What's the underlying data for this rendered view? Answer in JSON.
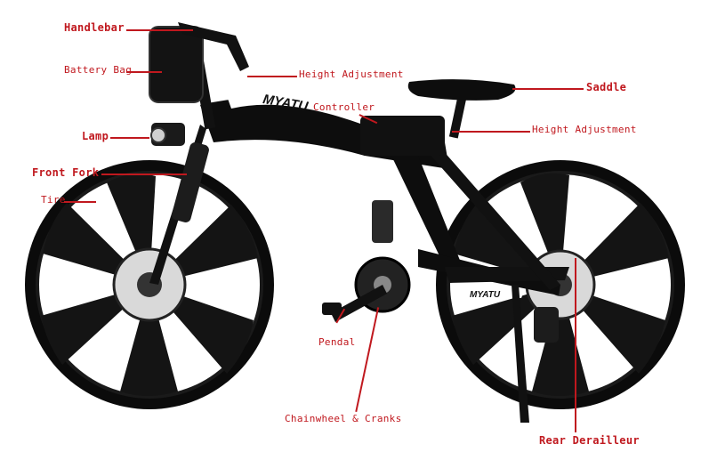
{
  "diagram": {
    "brand": "MYATU",
    "colors": {
      "label": "#c0181e",
      "frame": "#0d0d0d",
      "accent": "#ffffff"
    },
    "labels": {
      "handlebar": "Handlebar",
      "battery_bag": "Battery Bag",
      "height_adjustment_front": "Height Adjustment",
      "controller": "Controller",
      "saddle": "Saddle",
      "height_adjustment_seat": "Height Adjustment",
      "lamp": "Lamp",
      "front_fork": "Front Fork",
      "tire": "Tire",
      "pendal": "Pendal",
      "chainwheel_cranks": "Chainwheel & Cranks",
      "rear_derailleur": "Rear Derailleur"
    }
  }
}
